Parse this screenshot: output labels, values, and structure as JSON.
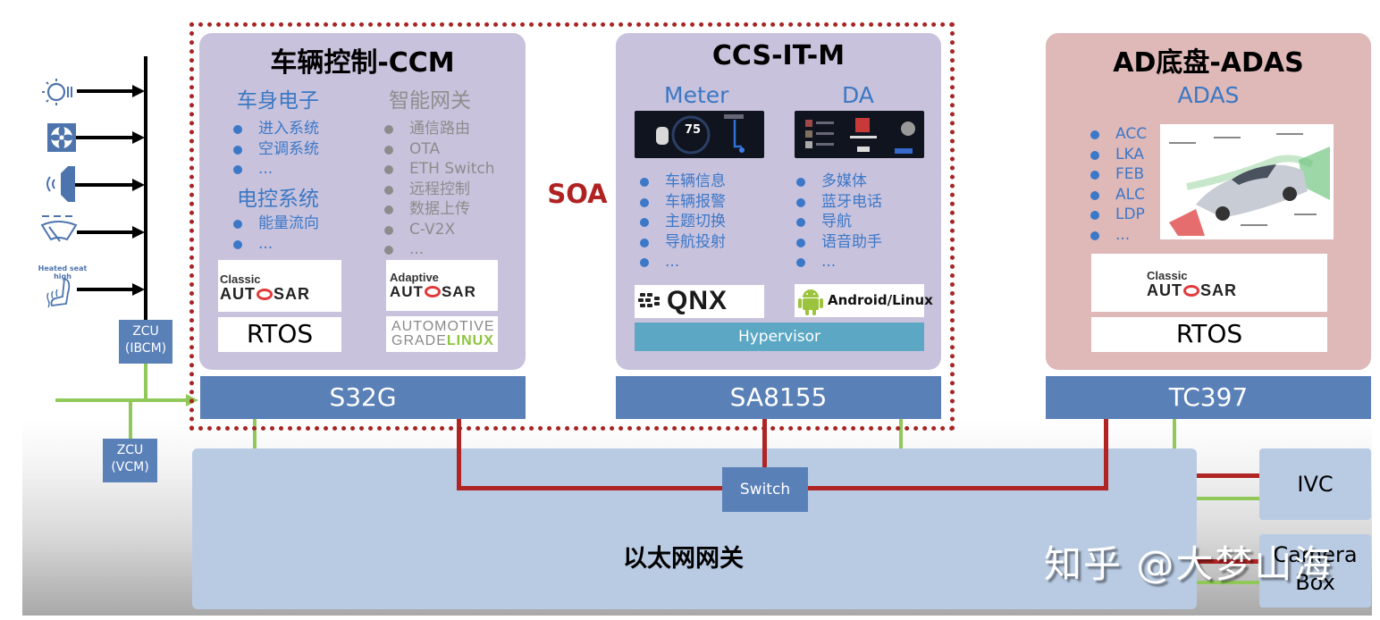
{
  "soa_label": "SOA",
  "left_devices": {
    "icons": [
      "headlight-icon",
      "fan-icon",
      "speaker-icon",
      "wiper-icon",
      "heated-seat-icon"
    ],
    "seat_label": "Heated seat high",
    "zcu_ibcm": {
      "line1": "ZCU",
      "line2": "(IBCM)"
    },
    "zcu_vcm": {
      "line1": "ZCU",
      "line2": "(VCM)"
    }
  },
  "ccm": {
    "title": "车辆控制-CCM",
    "body_electronics": {
      "heading": "车身电子",
      "items": [
        "进入系统",
        "空调系统",
        "..."
      ]
    },
    "electric_control": {
      "heading": "电控系统",
      "items": [
        "能量流向",
        "..."
      ]
    },
    "smart_gateway": {
      "heading": "智能网关",
      "items": [
        "通信路由",
        "OTA",
        "ETH Switch",
        "远程控制",
        "数据上传",
        "C-V2X",
        "..."
      ]
    },
    "classic_autosar": {
      "sub": "Classic",
      "main_pre": "AUT",
      "main_post": "SAR"
    },
    "adaptive_autosar": {
      "sub": "Adaptive",
      "main_pre": "AUT",
      "main_post": "SAR"
    },
    "rtos": "RTOS",
    "agl": {
      "line1": "AUTOMOTIVE",
      "line2_a": "GRADE",
      "line2_b": "LINUX"
    },
    "chip": "S32G"
  },
  "ccs": {
    "title": "CCS-IT-M",
    "meter": {
      "heading": "Meter",
      "speed": "75",
      "items": [
        "车辆信息",
        "车辆报警",
        "主题切换",
        "导航投射",
        "..."
      ]
    },
    "da": {
      "heading": "DA",
      "items": [
        "多媒体",
        "蓝牙电话",
        "导航",
        "语音助手",
        "..."
      ]
    },
    "qnx": "QNX",
    "android": "Android/Linux",
    "hypervisor": "Hypervisor",
    "chip": "SA8155"
  },
  "adas": {
    "title": "AD底盘-ADAS",
    "heading": "ADAS",
    "items": [
      "ACC",
      "LKA",
      "FEB",
      "ALC",
      "LDP",
      "..."
    ],
    "classic_autosar": {
      "sub": "Classic",
      "main_pre": "AUT",
      "main_post": "SAR"
    },
    "rtos": "RTOS",
    "chip": "TC397"
  },
  "ethernet": {
    "switch": "Switch",
    "gateway_label": "以太网网关"
  },
  "side_boxes": {
    "ivc": "IVC",
    "camera_line1": "Camera",
    "camera_line2": "Box"
  },
  "colors": {
    "chip_blue": "#5a80b8",
    "ccm_panel": "#c9c2dc",
    "adas_panel": "#dfb8b8",
    "eth_red": "#b02424",
    "can_green": "#90c95a",
    "soa_red": "#b02222"
  },
  "watermark": "知乎 @大梦山海"
}
